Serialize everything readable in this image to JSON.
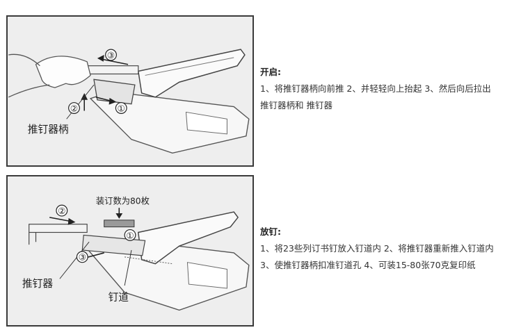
{
  "panel1": {
    "step_open": "③",
    "step_lift": "②",
    "step_push": "①",
    "part_label": "推钉器柄"
  },
  "panel2": {
    "step_pull": "②",
    "step_load": "①",
    "step_insert": "③",
    "capacity_note": "装订数为80枚",
    "part_pusher": "推钉器",
    "part_channel": "钉道"
  },
  "open_section": {
    "heading": "开启:",
    "line1": "1、将推钉器柄向前推 2、并轻轻向上抬起 3、然后向后拉出",
    "line2": "推钉器柄和 推钉器"
  },
  "load_section": {
    "heading": "放钉:",
    "line1": "1、将23些列订书钉放入钉道内 2、将推钉器重新推入钉道内",
    "line2": "3、使推钉器柄扣准钉道孔 4、可装15-80张70克复印纸"
  },
  "colors": {
    "panel_bg": "#eeeeee",
    "border": "#3a3a3a",
    "text": "#333333"
  }
}
